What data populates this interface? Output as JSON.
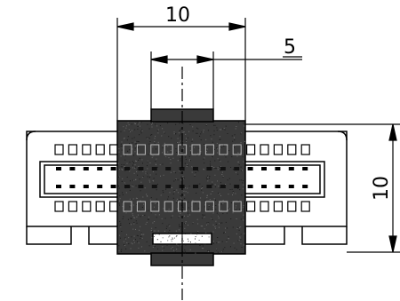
{
  "drawing": {
    "dimensions": [
      {
        "id": "overall-width",
        "value": "10"
      },
      {
        "id": "inner-width",
        "value": "5"
      },
      {
        "id": "height",
        "value": "10"
      }
    ],
    "connector": {
      "top_row_pins": 19,
      "bottom_row_pins": 19,
      "inner_row_pins": 19,
      "style": "dual-row board-to-board connector, top view"
    },
    "colors": {
      "line": "#000000",
      "fill": "#ffffff",
      "shade": "#3a3a3a"
    }
  }
}
